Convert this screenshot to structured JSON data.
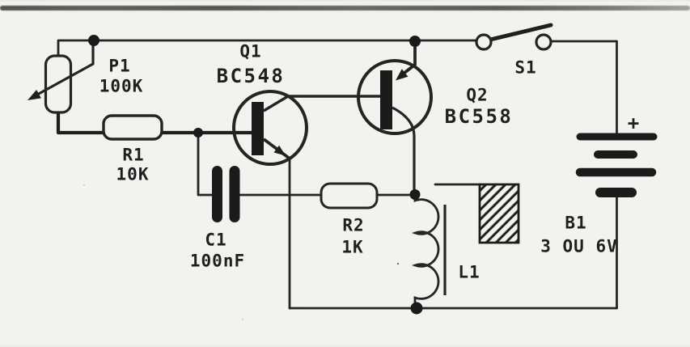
{
  "schematic": {
    "components": {
      "p1": {
        "ref": "P1",
        "value": "100K",
        "kind": "potentiometer"
      },
      "r1": {
        "ref": "R1",
        "value": "10K",
        "kind": "resistor"
      },
      "c1": {
        "ref": "C1",
        "value": "100nF",
        "kind": "capacitor"
      },
      "q1": {
        "ref": "Q1",
        "value": "BC548",
        "kind": "npn-transistor"
      },
      "q2": {
        "ref": "Q2",
        "value": "BC558",
        "kind": "pnp-transistor"
      },
      "r2": {
        "ref": "R2",
        "value": "1K",
        "kind": "resistor"
      },
      "s1": {
        "ref": "S1",
        "kind": "spst-switch"
      },
      "l1": {
        "ref": "L1",
        "kind": "relay-coil-with-core"
      },
      "b1": {
        "ref": "B1",
        "value": "3 OU 6V",
        "polarity": "+",
        "kind": "battery"
      }
    },
    "colors": {
      "ink": "#222222",
      "paper": "#f3f2ee"
    }
  }
}
